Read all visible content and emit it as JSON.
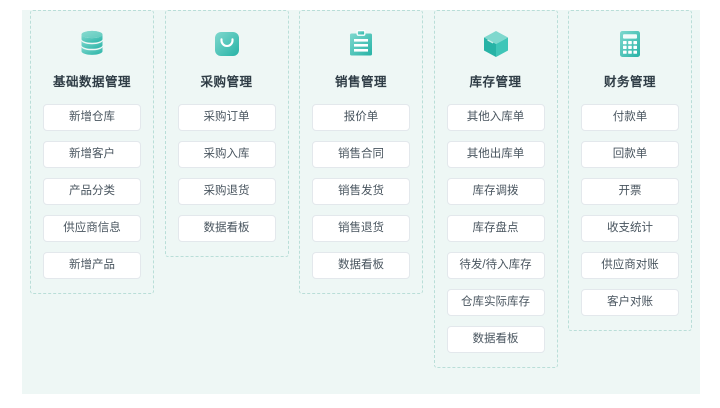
{
  "theme": {
    "page_background": "#ffffff",
    "panel_background": "#eef7f5",
    "card_border": "#b9ded8",
    "accent": "#27b3a6",
    "accent_light": "#7fd8ce",
    "button_background": "#ffffff",
    "button_border": "#e3e8ec",
    "title_color": "#2f3d46",
    "item_text_color": "#49555f"
  },
  "modules": [
    {
      "icon": "database-icon",
      "title": "基础数据管理",
      "items": [
        "新增仓库",
        "新增客户",
        "产品分类",
        "供应商信息",
        "新增产品"
      ]
    },
    {
      "icon": "shopping-bag-icon",
      "title": "采购管理",
      "items": [
        "采购订单",
        "采购入库",
        "采购退货",
        "数据看板"
      ]
    },
    {
      "icon": "clipboard-icon",
      "title": "销售管理",
      "items": [
        "报价单",
        "销售合同",
        "销售发货",
        "销售退货",
        "数据看板"
      ]
    },
    {
      "icon": "box-icon",
      "title": "库存管理",
      "items": [
        "其他入库单",
        "其他出库单",
        "库存调拨",
        "库存盘点",
        "待发/待入库存",
        "仓库实际库存",
        "数据看板"
      ]
    },
    {
      "icon": "calculator-icon",
      "title": "财务管理",
      "items": [
        "付款单",
        "回款单",
        "开票",
        "收支统计",
        "供应商对账",
        "客户对账"
      ]
    }
  ]
}
